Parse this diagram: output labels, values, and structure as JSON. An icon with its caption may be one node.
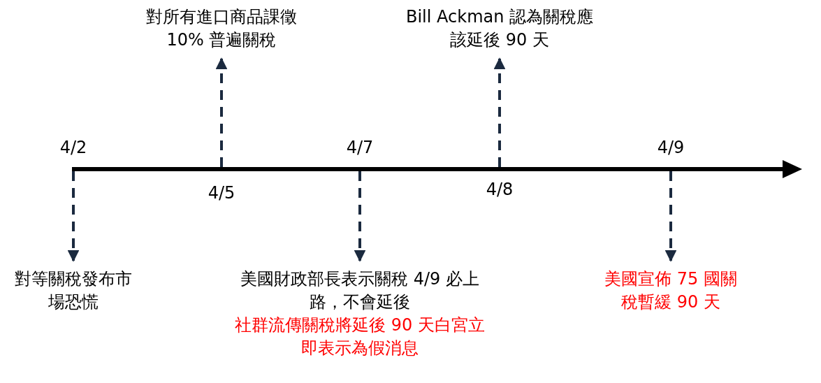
{
  "diagram": {
    "nodes": [
      {
        "text": [
          "對等關稅發布市場恐慌"
        ]
      },
      {
        "text": [
          "對所有進口商品課徵 10% 普遍關稅"
        ]
      },
      {
        "text": [
          "美國財政部長表示關稅 4/9 必上路，不會延後",
          "社群流傳關稅將延後 90 天白宮立即表示為假消息"
        ]
      },
      {
        "text": [
          "Bill Ackman 認為關稅應該延後 90 天"
        ]
      },
      {
        "text": [
          "美國宣佈 75 國關稅暫緩 90 天"
        ]
      }
    ],
    "edges": [
      {
        "from": null,
        "to": 0,
        "arrow": "to",
        "style": "dashed"
      },
      {
        "from": null,
        "to": 1,
        "arrow": "to",
        "style": "dashed"
      },
      {
        "from": null,
        "to": 2,
        "arrow": "to",
        "style": "dashed"
      },
      {
        "from": null,
        "to": 3,
        "arrow": "to",
        "style": "dashed"
      },
      {
        "from": null,
        "to": 4,
        "arrow": "to",
        "style": "dashed"
      }
    ],
    "labels": [
      "4/2",
      "4/7",
      "4/9",
      "4/5",
      "4/8"
    ]
  }
}
